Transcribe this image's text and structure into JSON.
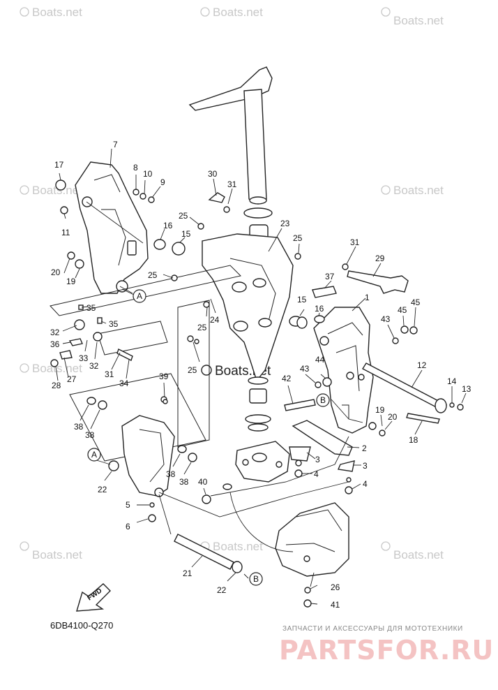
{
  "diagram_code": "6DB4100-Q270",
  "watermark": "Boats.net",
  "fwd_label": "FWD",
  "brand": {
    "tagline": "ЗАПЧАСТИ И АКСЕССУАРЫ ДЛЯ МОТОТЕХНИКИ",
    "name": "PARTSFOR.RU"
  },
  "ref_letters": [
    "A",
    "B"
  ],
  "callouts": [
    "1",
    "2",
    "3",
    "4",
    "5",
    "6",
    "7",
    "8",
    "9",
    "10",
    "11",
    "12",
    "13",
    "14",
    "15",
    "16",
    "17",
    "18",
    "19",
    "20",
    "21",
    "22",
    "23",
    "24",
    "25",
    "26",
    "27",
    "28",
    "29",
    "30",
    "31",
    "32",
    "33",
    "34",
    "35",
    "36",
    "37",
    "38",
    "39",
    "40",
    "41",
    "42",
    "43",
    "44",
    "45"
  ]
}
